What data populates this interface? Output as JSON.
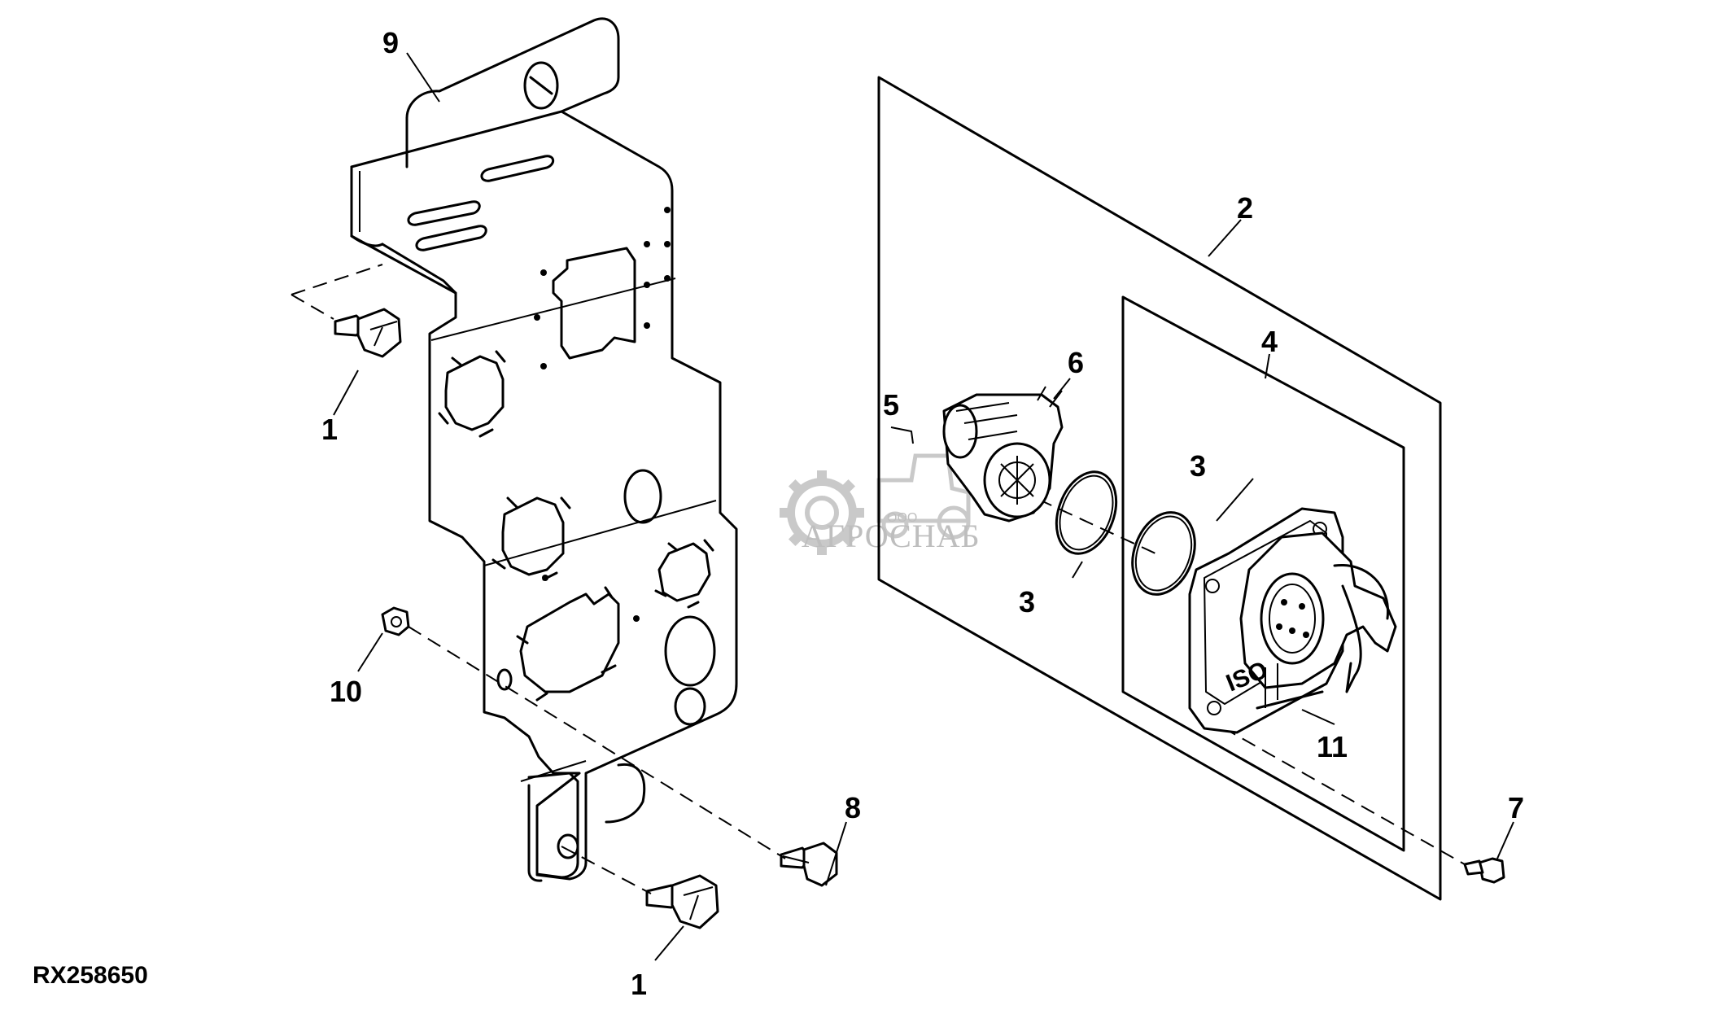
{
  "figure_id": "RX258650",
  "watermark": {
    "small": "ООО",
    "brand": "АГРОСНАБ"
  },
  "callouts": {
    "c1_top": "1",
    "c1_bottom": "1",
    "c2": "2",
    "c3_left": "3",
    "c3_right": "3",
    "c4": "4",
    "c5": "5",
    "c6": "6",
    "c7": "7",
    "c8": "8",
    "c9": "9",
    "c10": "10",
    "c11": "11"
  },
  "iso_mark": "ISO"
}
